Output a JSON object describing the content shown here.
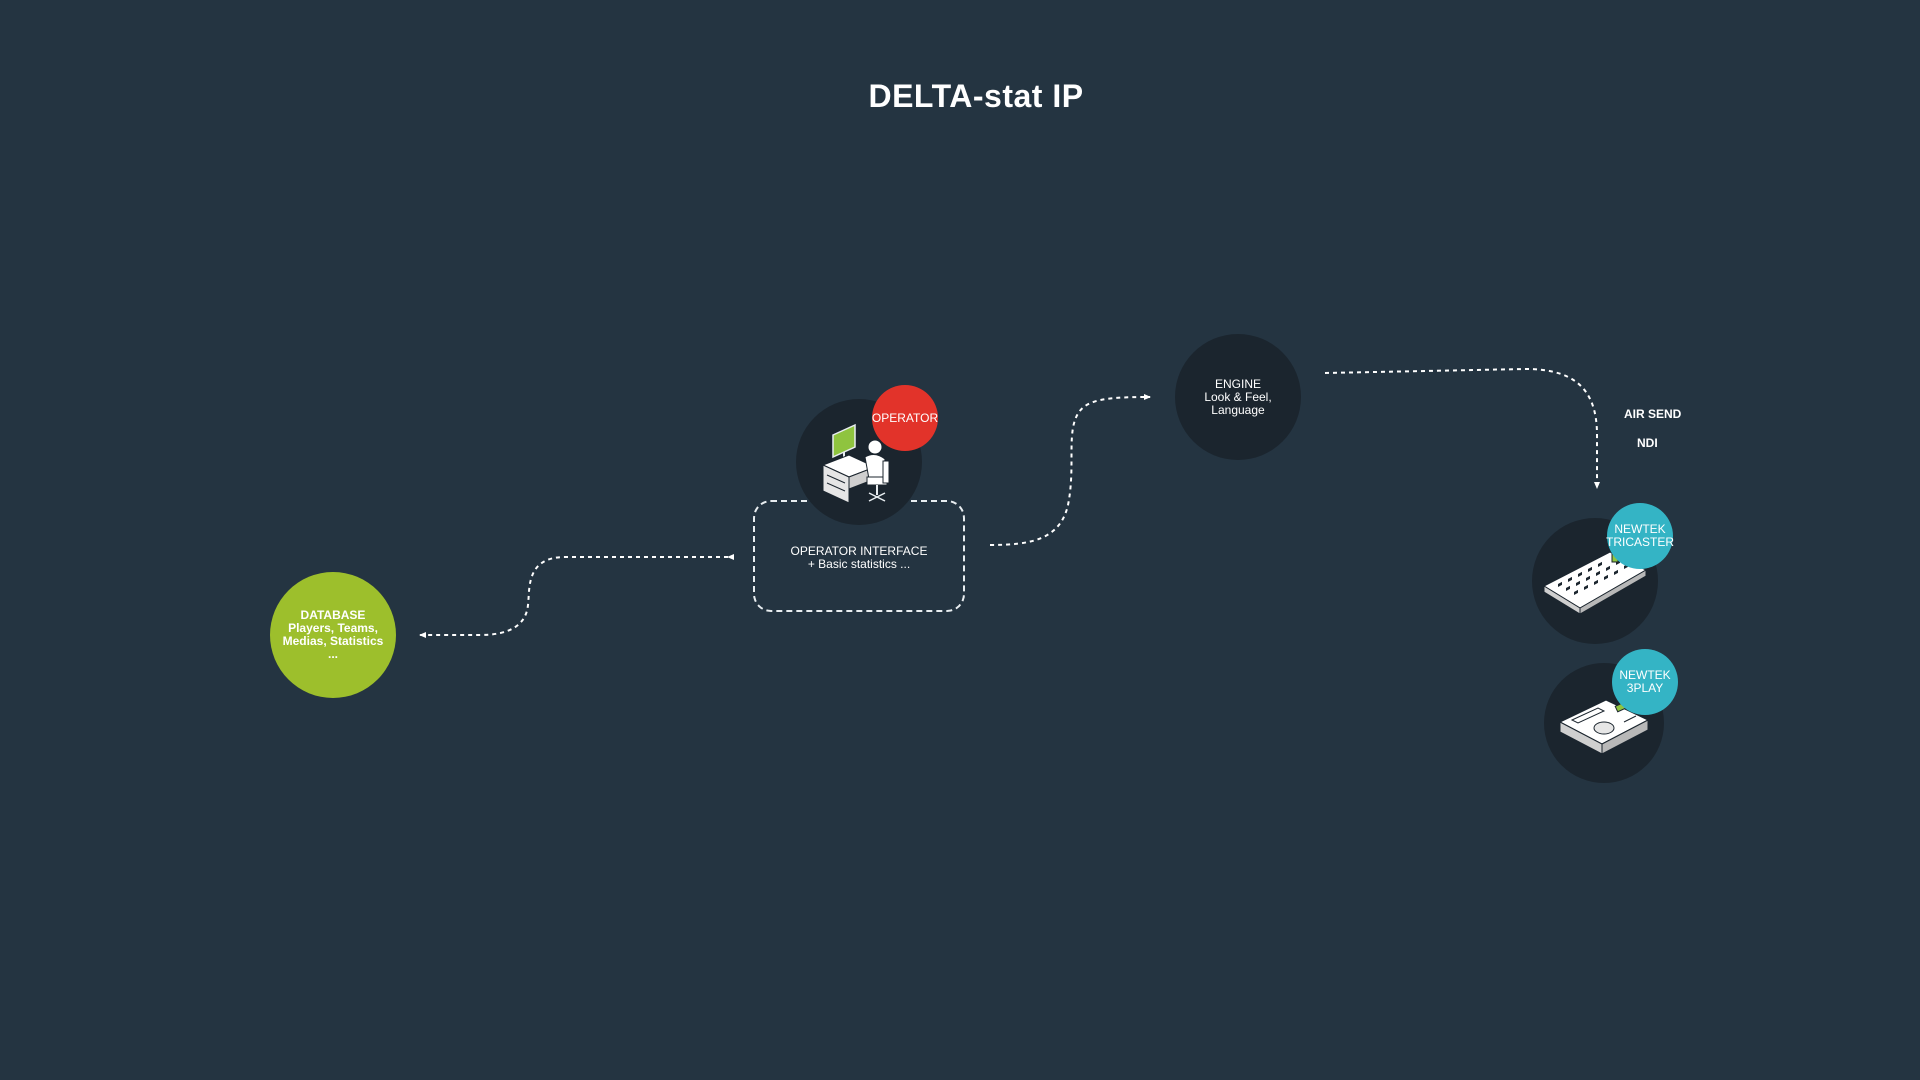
{
  "title": "DELTA-stat IP",
  "nodes": {
    "database": {
      "lines": [
        "DATABASE",
        "Players, Teams,",
        "Medias, Statistics",
        "..."
      ]
    },
    "operator": {
      "badge": "OPERATOR"
    },
    "operator_interface": {
      "lines": [
        "OPERATOR INTERFACE",
        "+ Basic statistics ..."
      ]
    },
    "engine": {
      "lines": [
        "ENGINE",
        "Look & Feel,",
        "Language"
      ]
    },
    "tricaster": {
      "lines": [
        "NEWTEK",
        "TRICASTER"
      ]
    },
    "threeplay": {
      "lines": [
        "NEWTEK",
        "3PLAY"
      ]
    }
  },
  "outputs": {
    "air_send": "AIR SEND",
    "ndi": "NDI"
  },
  "colors": {
    "background": "#243441",
    "circle_dark": "#1b252e",
    "database": "#9dbf2c",
    "operator_badge": "#e2332a",
    "newtek_badge": "#34b4c5"
  },
  "icons": {
    "operator": "operator-desk-icon",
    "tricaster": "tricaster-keyboard-icon",
    "threeplay": "replay-controller-icon"
  }
}
